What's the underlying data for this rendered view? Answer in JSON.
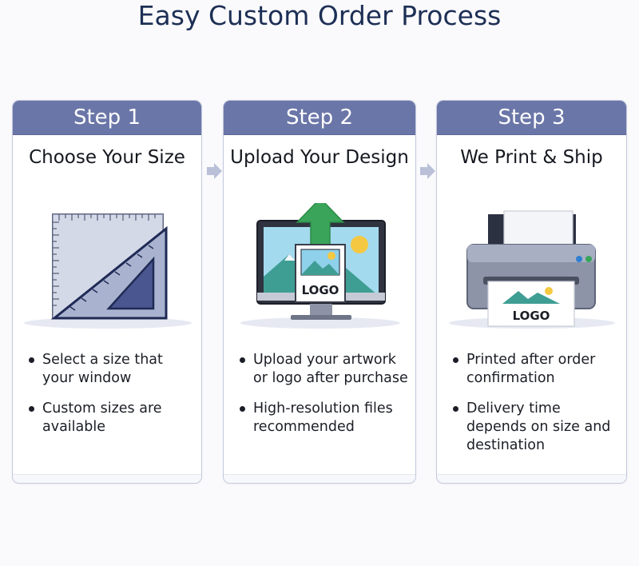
{
  "title": "Easy Custom Order Process",
  "colors": {
    "header_bg": "#6b76a8",
    "title_text": "#1d2f55",
    "card_border": "#c3c9dd",
    "arrow": "#b9c0d8"
  },
  "steps": [
    {
      "header": "Step 1",
      "subtitle": "Choose Your Size",
      "icon": "ruler-triangle-icon",
      "bullets": [
        "Select a size that your window",
        "Custom sizes are available"
      ]
    },
    {
      "header": "Step 2",
      "subtitle": "Upload Your Design",
      "icon": "monitor-upload-icon",
      "logo_text": "LOGO",
      "bullets": [
        "Upload your artwork or logo after purchase",
        "High-resolution files recommended"
      ]
    },
    {
      "header": "Step 3",
      "subtitle": "We Print & Ship",
      "icon": "printer-icon",
      "logo_text": "LOGO",
      "bullets": [
        "Printed after order confirmation",
        "Delivery time depends on size and destination"
      ]
    }
  ],
  "connectors": [
    "chevron-right-icon",
    "chevron-right-icon"
  ]
}
